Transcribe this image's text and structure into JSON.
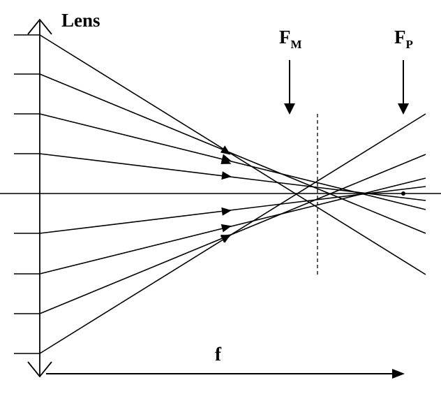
{
  "title": "Lens",
  "labels": {
    "marginal_focus": {
      "main": "F",
      "sub": "M"
    },
    "paraxial_focus": {
      "main": "F",
      "sub": "P"
    },
    "focal_length": "f"
  },
  "rays": [
    {
      "name": "ray-top-1",
      "kind": "outer"
    },
    {
      "name": "ray-top-2",
      "kind": "middle"
    },
    {
      "name": "ray-top-3",
      "kind": "inner"
    },
    {
      "name": "ray-top-4",
      "kind": "near-axis"
    },
    {
      "name": "ray-bottom-4",
      "kind": "near-axis"
    },
    {
      "name": "ray-bottom-3",
      "kind": "inner"
    },
    {
      "name": "ray-bottom-2",
      "kind": "middle"
    },
    {
      "name": "ray-bottom-1",
      "kind": "outer"
    }
  ]
}
